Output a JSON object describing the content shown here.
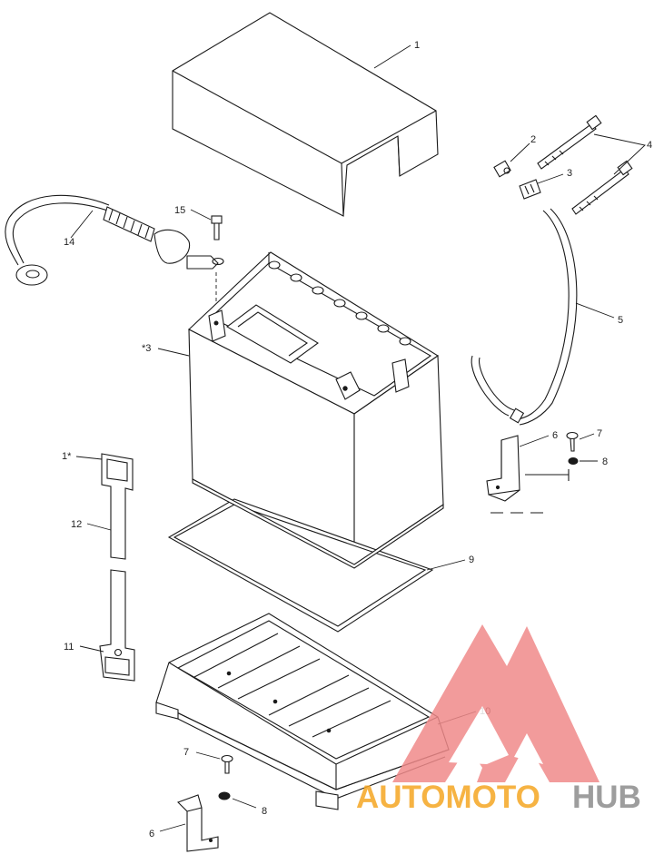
{
  "callouts": {
    "c1": "1",
    "c2": "2",
    "c3": "3",
    "c4": "4",
    "c5": "5",
    "c6a": "6",
    "c7a": "7",
    "c8a": "8",
    "c9a": "9",
    "c10": "10",
    "c11": "11",
    "c12": "12",
    "c13": "*3",
    "c14": "14",
    "c15": "15",
    "c1b": "1*",
    "c7b": "7",
    "c8b": "8",
    "c6b": "6"
  },
  "watermark": {
    "part1": "AUTOMOTO",
    "part2": "HUB",
    "color_part1": "#f5a623",
    "color_part2": "#8c8c8c",
    "logo_color": "#f08a8a"
  }
}
